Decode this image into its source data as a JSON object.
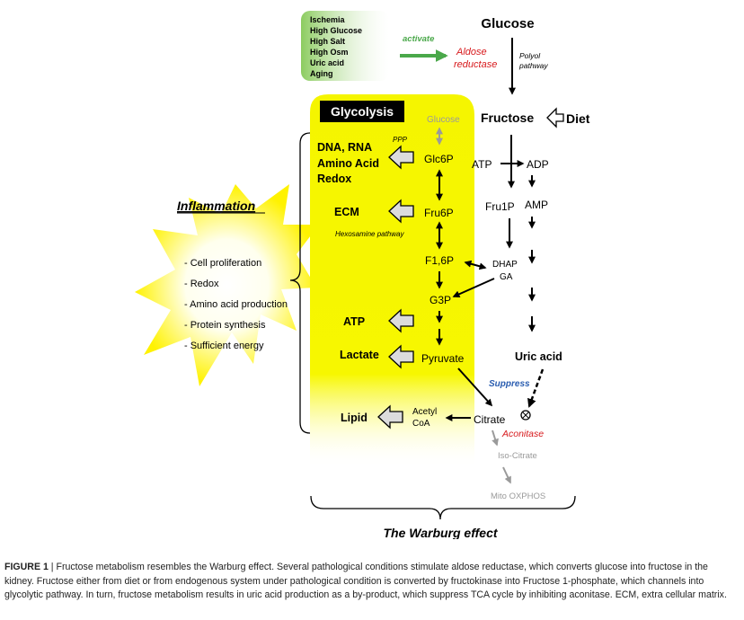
{
  "conditions": [
    "Ischemia",
    "High Glucose",
    "High Salt",
    "High Osm",
    "Uric acid",
    "Aging"
  ],
  "activate_label": "activate",
  "aldose_reductase": [
    "Aldose",
    "reductase"
  ],
  "polyol_pathway": [
    "Polyol",
    "pathway"
  ],
  "glucose_top": "Glucose",
  "fructose": "Fructose",
  "diet": "Diet",
  "glycolysis_title": "Glycolysis",
  "glycolysis": {
    "glucose": "Glucose",
    "glc6p": "Glc6P",
    "fru6p": "Fru6P",
    "f16p": "F1,6P",
    "g3p": "G3P",
    "pyruvate": "Pyruvate",
    "acetyl_coa": [
      "Acetyl",
      "CoA"
    ],
    "citrate": "Citrate"
  },
  "ppp": "PPP",
  "dna_rna": [
    "DNA, RNA",
    "Amino Acid",
    "Redox"
  ],
  "ecm": "ECM",
  "hexosamine": "Hexosamine pathway",
  "atp_out": "ATP",
  "lactate": "Lactate",
  "lipid": "Lipid",
  "fructose_path": {
    "atp": "ATP",
    "adp": "ADP",
    "fru1p": "Fru1P",
    "amp": "AMP",
    "dhap_ga": [
      "DHAP",
      "GA"
    ]
  },
  "uric_acid": "Uric acid",
  "suppress": "Suppress",
  "aconitase": "Aconitase",
  "iso_citrate": "Iso-Citrate",
  "mito_oxphos": "Mito OXPHOS",
  "inflammation": {
    "title": "Inflammation",
    "items": [
      "- Cell proliferation",
      "- Redox",
      "- Amino acid production",
      "- Protein synthesis",
      "- Sufficient energy"
    ]
  },
  "warburg": "The Warburg effect",
  "caption": {
    "label": "FIGURE 1",
    "text": " | Fructose metabolism resembles the Warburg effect. Several pathological conditions stimulate aldose reductase, which converts glucose into fructose in the kidney. Fructose either from diet or from endogenous system under pathological condition is converted by fructokinase into Fructose 1-phosphate, which channels into glycolytic pathway. In turn, fructose metabolism results in uric acid production as a by-product, which suppress TCA cycle by inhibiting aconitase. ECM, extra cellular matrix."
  },
  "colors": {
    "glycolysis_bg": "#f5f500",
    "conditions_bg": "#8ccc60",
    "activate_green": "#4aa84a",
    "enzyme_red": "#d7191c",
    "suppress_blue": "#2a5db0",
    "gray": "#9a9a9a",
    "starburst": "#fff200"
  }
}
